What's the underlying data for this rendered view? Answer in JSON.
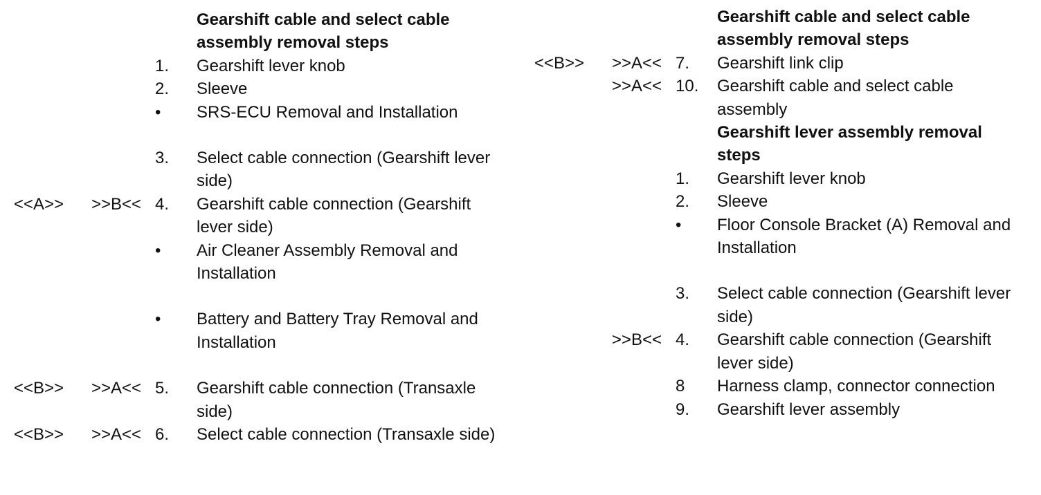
{
  "left": {
    "heading": "Gearshift cable and select cable assembly removal steps",
    "items": [
      {
        "tag1": "",
        "tag2": "",
        "num": "1.",
        "text": "Gearshift lever knob"
      },
      {
        "tag1": "",
        "tag2": "",
        "num": "2.",
        "text": "Sleeve"
      },
      {
        "tag1": "",
        "tag2": "",
        "num": "•",
        "text": "SRS-ECU Removal and Installation"
      },
      {
        "tag1": "",
        "tag2": "",
        "num": "3.",
        "text": "Select cable connection (Gearshift lever side)"
      },
      {
        "tag1": "<<A>>",
        "tag2": ">>B<<",
        "num": "4.",
        "text": "Gearshift cable connection (Gearshift lever side)"
      },
      {
        "tag1": "",
        "tag2": "",
        "num": "•",
        "text": "Air Cleaner Assembly Removal and Installation"
      },
      {
        "tag1": "",
        "tag2": "",
        "num": "•",
        "text": "Battery and Battery Tray Removal and Installation"
      },
      {
        "tag1": "<<B>>",
        "tag2": ">>A<<",
        "num": "5.",
        "text": "Gearshift cable connection (Transaxle side)"
      },
      {
        "tag1": "<<B>>",
        "tag2": ">>A<<",
        "num": "6.",
        "text": "Select cable connection (Transaxle side)"
      }
    ]
  },
  "right": {
    "heading1": "Gearshift cable and select cable assembly removal steps",
    "items1": [
      {
        "tag1": "<<B>>",
        "tag2": ">>A<<",
        "num": "7.",
        "text": "Gearshift link clip"
      },
      {
        "tag1": "",
        "tag2": ">>A<<",
        "num": "10.",
        "text": "Gearshift cable and select cable assembly"
      }
    ],
    "heading2": "Gearshift lever assembly removal steps",
    "items2": [
      {
        "tag1": "",
        "tag2": "",
        "num": "1.",
        "text": "Gearshift lever knob"
      },
      {
        "tag1": "",
        "tag2": "",
        "num": "2.",
        "text": "Sleeve"
      },
      {
        "tag1": "",
        "tag2": "",
        "num": "•",
        "text": "Floor Console Bracket (A) Removal and Installation"
      },
      {
        "tag1": "",
        "tag2": "",
        "num": "3.",
        "text": "Select cable connection (Gearshift lever side)"
      },
      {
        "tag1": "",
        "tag2": ">>B<<",
        "num": "4.",
        "text": "Gearshift cable connection (Gearshift lever side)"
      },
      {
        "tag1": "",
        "tag2": "",
        "num": "8",
        "text": "Harness clamp, connector connection"
      },
      {
        "tag1": "",
        "tag2": "",
        "num": "9.",
        "text": "Gearshift lever assembly"
      }
    ]
  }
}
